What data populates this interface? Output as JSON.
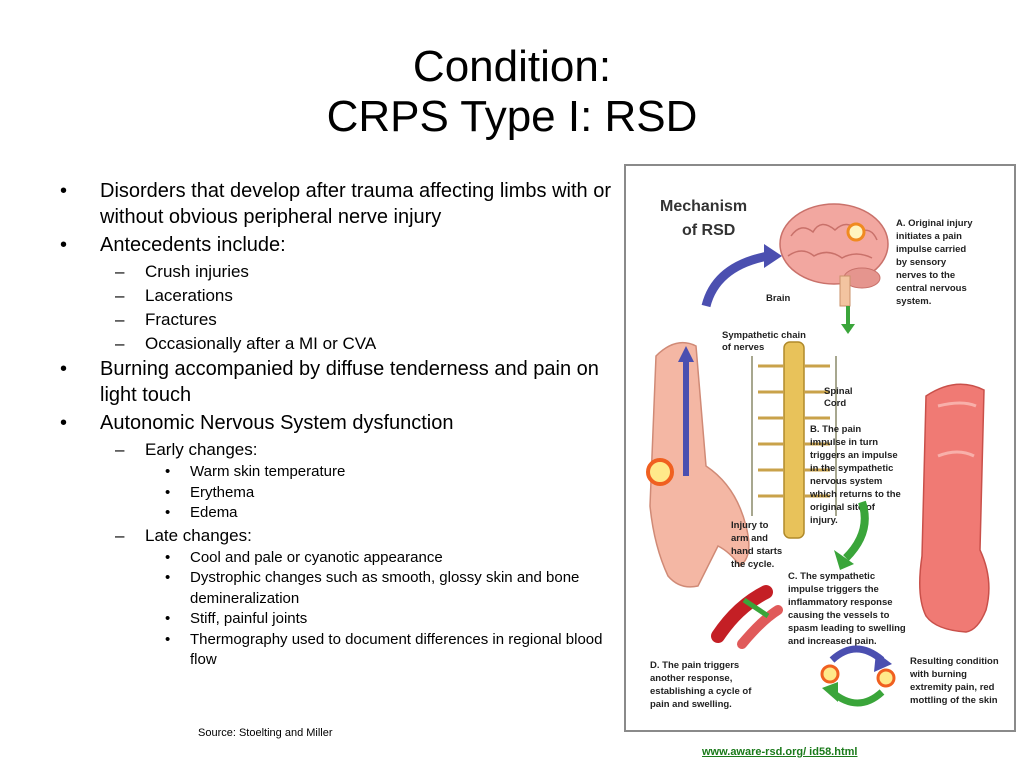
{
  "slide": {
    "title_line1": "Condition:",
    "title_line2": "CRPS Type I: RSD",
    "bullets": {
      "b1": "Disorders that develop after trauma affecting limbs with or without obvious peripheral nerve injury",
      "b2": "Antecedents include:",
      "b2_1": "Crush injuries",
      "b2_2": "Lacerations",
      "b2_3": "Fractures",
      "b2_4": "Occasionally after a MI or CVA",
      "b3": "Burning accompanied by diffuse tenderness and pain on light touch",
      "b4": "Autonomic Nervous System dysfunction",
      "b4_1": "Early changes:",
      "b4_1_1": "Warm skin temperature",
      "b4_1_2": "Erythema",
      "b4_1_3": "Edema",
      "b4_2": "Late changes:",
      "b4_2_1": "Cool and pale or cyanotic appearance",
      "b4_2_2": "Dystrophic changes such as smooth, glossy skin and bone demineralization",
      "b4_2_3": "Stiff, painful joints",
      "b4_2_4": "Thermography used to document differences in regional blood flow"
    },
    "markers": {
      "l1": "•",
      "l2": "–",
      "l3": "•"
    },
    "source": "Source: Stoelting and Miller",
    "link": "www.aware-rsd.org/ id58.html"
  },
  "figure": {
    "title_line1": "Mechanism",
    "title_line2": "of RSD",
    "brain_label": "Brain",
    "chain_label_1": "Sympathetic chain",
    "chain_label_2": "of nerves",
    "cord_label_1": "Spinal",
    "cord_label_2": "Cord",
    "a_lines": [
      "A. Original injury",
      "initiates a pain",
      "impulse carried",
      "by sensory",
      "nerves to the",
      "central nervous",
      "system."
    ],
    "b_lines": [
      "B.  The pain",
      "impulse in turn",
      "triggers an impulse",
      "in the sympathetic",
      "nervous system",
      "which returns to the",
      "original site of",
      "injury."
    ],
    "injury_lines": [
      "Injury to",
      "arm and",
      "hand starts",
      "the cycle."
    ],
    "c_lines": [
      "C.  The sympathetic",
      "impulse triggers the",
      "inflammatory response",
      "causing the vessels to",
      "spasm leading to swelling",
      "and increased pain."
    ],
    "d_lines": [
      "D.  The pain triggers",
      "another response,",
      "establishing a cycle of",
      "pain and swelling."
    ],
    "result_lines": [
      "Resulting condition",
      "with burning",
      "extremity pain, red",
      "mottling of the skin"
    ],
    "colors": {
      "skin": "#f4b7a4",
      "red_arm": "#f07a74",
      "brain": "#f2a7a0",
      "arrow_blue": "#4b4fb0",
      "arrow_green": "#3aa53a",
      "cord": "#e8c25a",
      "vessel": "#c41f25"
    }
  }
}
